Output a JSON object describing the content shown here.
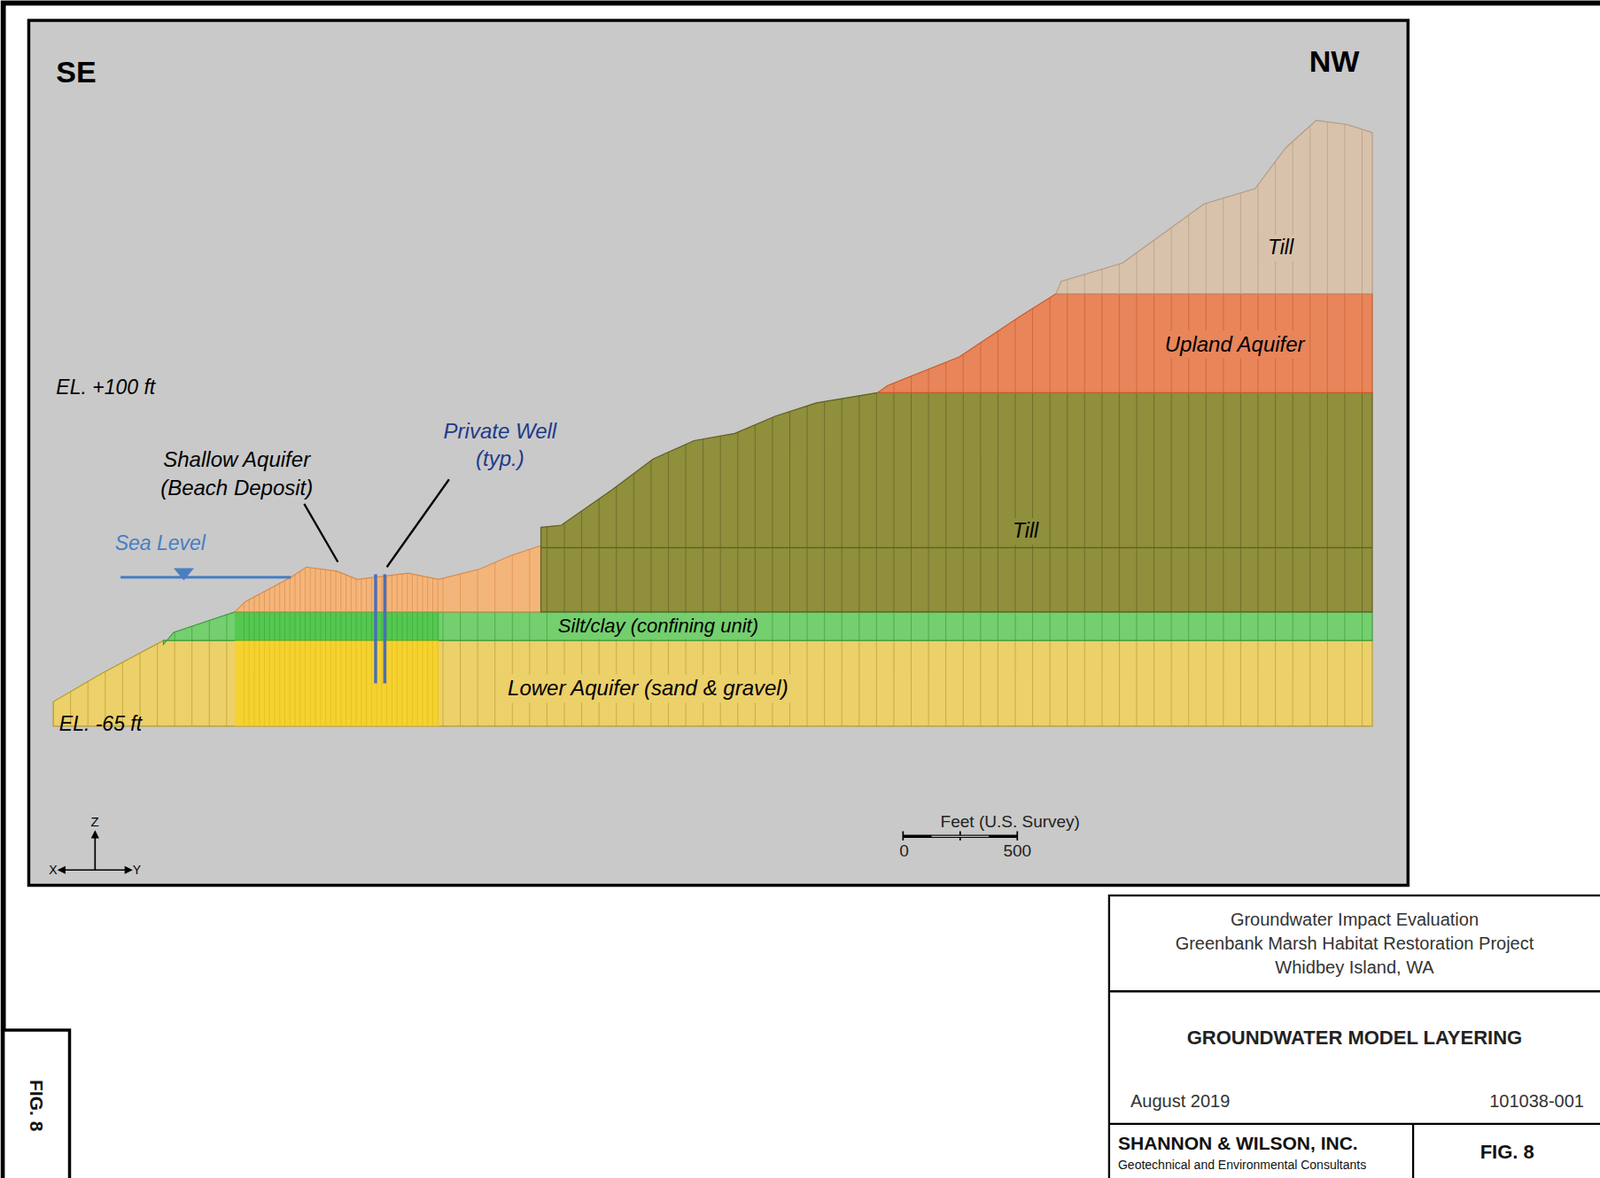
{
  "diagram": {
    "nodes": [
      {
        "text": [
          "Groundwater Impact Evaluation",
          "Greenbank Marsh Habitat Restoration Project",
          "Whidbey Island, WA"
        ]
      },
      {
        "text": [
          "GROUNDWATER MODEL LAYERING"
        ]
      },
      {
        "text": [
          "August 2019",
          "101038-001"
        ]
      },
      {
        "text": [
          "SHANNON & WILSON, INC.",
          "Geotechnical and Environmental Consultants"
        ]
      },
      {
        "text": [
          "FIG. 8"
        ]
      },
      {
        "text": [
          "FIG. 8"
        ]
      }
    ],
    "labels": [
      "SE",
      "NW",
      "EL. +100 ft",
      "Shallow Aquifer (Beach Deposit)",
      "Private Well (typ.)",
      "Sea Level",
      "Till",
      "Upland Aquifer",
      "Till",
      "Silt/clay (confining unit)",
      "Lower Aquifer (sand & gravel)",
      "EL. -65 ft",
      "Z",
      "X",
      "Y",
      "Feet (U.S. Survey)",
      "0",
      "500"
    ]
  }
}
